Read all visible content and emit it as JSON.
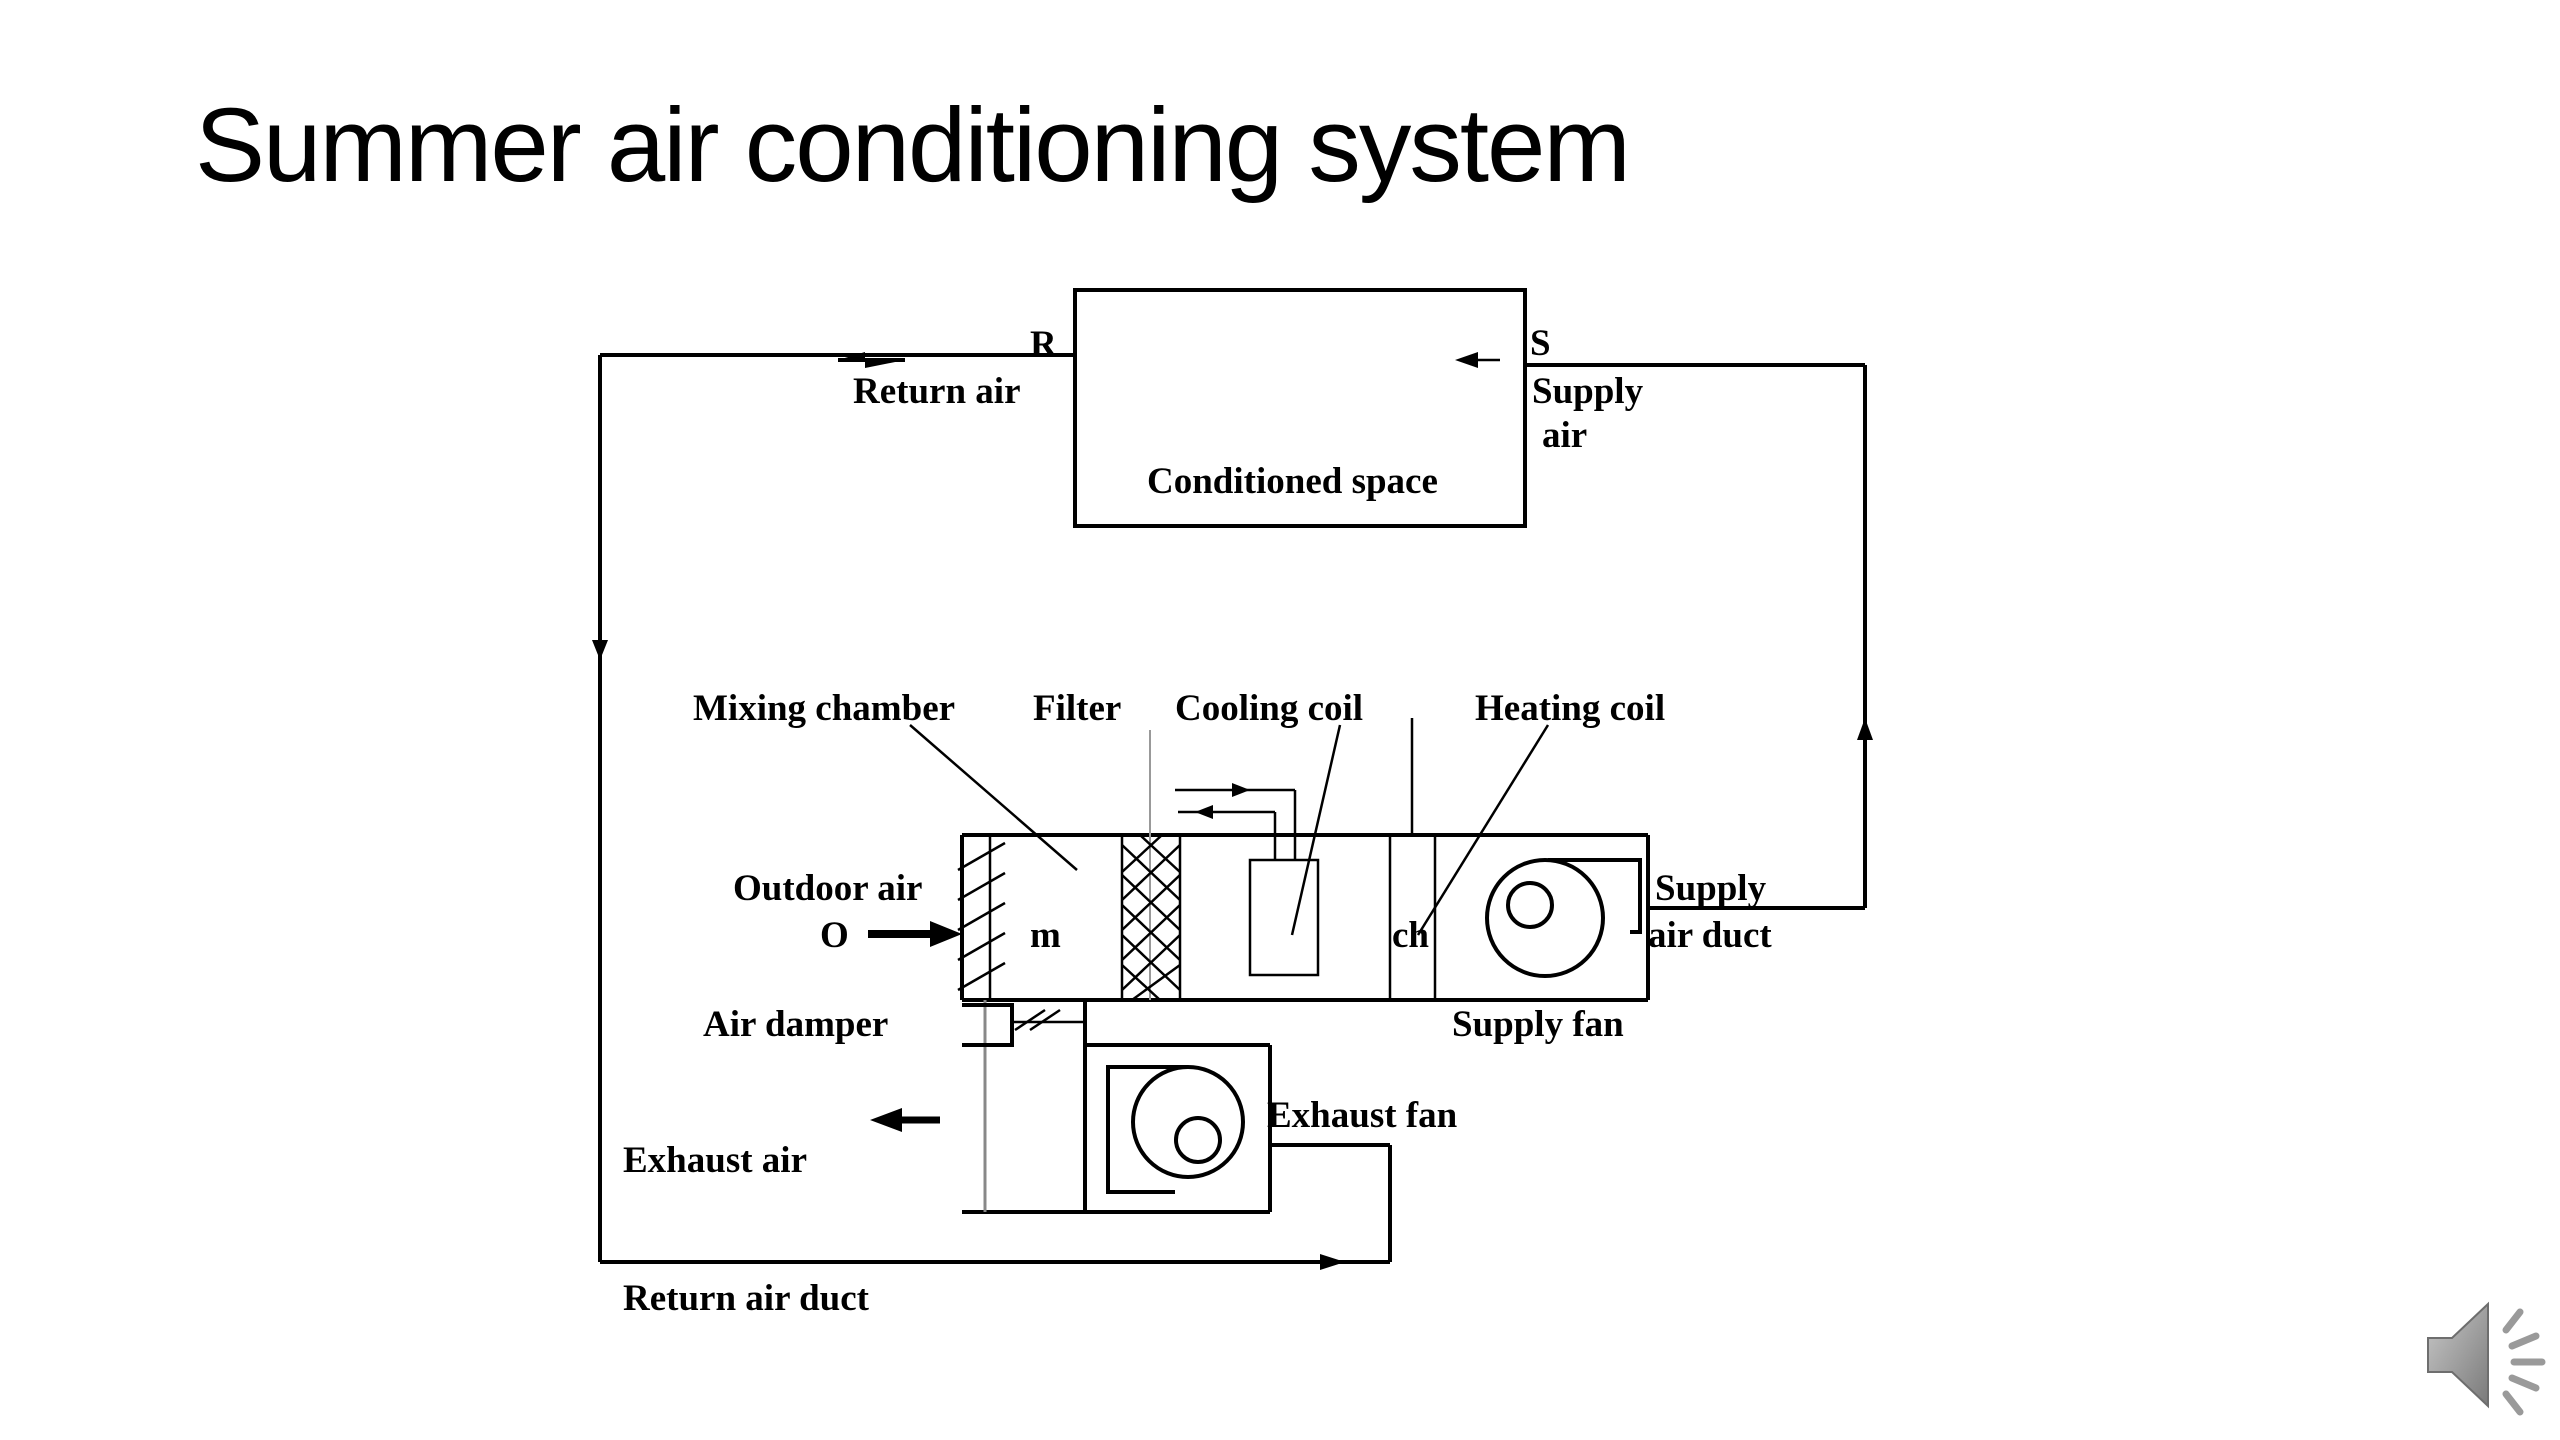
{
  "slide": {
    "title": "Summer air conditioning system"
  },
  "diagram": {
    "labels": {
      "r": "R",
      "s": "S",
      "return_air": "Return air",
      "supply_air_1": "Supply",
      "supply_air_2": "air",
      "conditioned_space": "Conditioned space",
      "mixing_chamber": "Mixing chamber",
      "filter": "Filter",
      "cooling_coil": "Cooling coil",
      "heating_coil": "Heating coil",
      "outdoor_air": "Outdoor air",
      "o": "O",
      "m": "m",
      "ch": "ch",
      "supply_air_duct_1": "Supply",
      "supply_air_duct_2": "air duct",
      "air_damper": "Air damper",
      "supply_fan": "Supply fan",
      "exhaust_fan": "Exhaust fan",
      "exhaust_air": "Exhaust air",
      "return_air_duct": "Return air duct"
    }
  },
  "icons": {
    "audio": "speaker-icon"
  }
}
